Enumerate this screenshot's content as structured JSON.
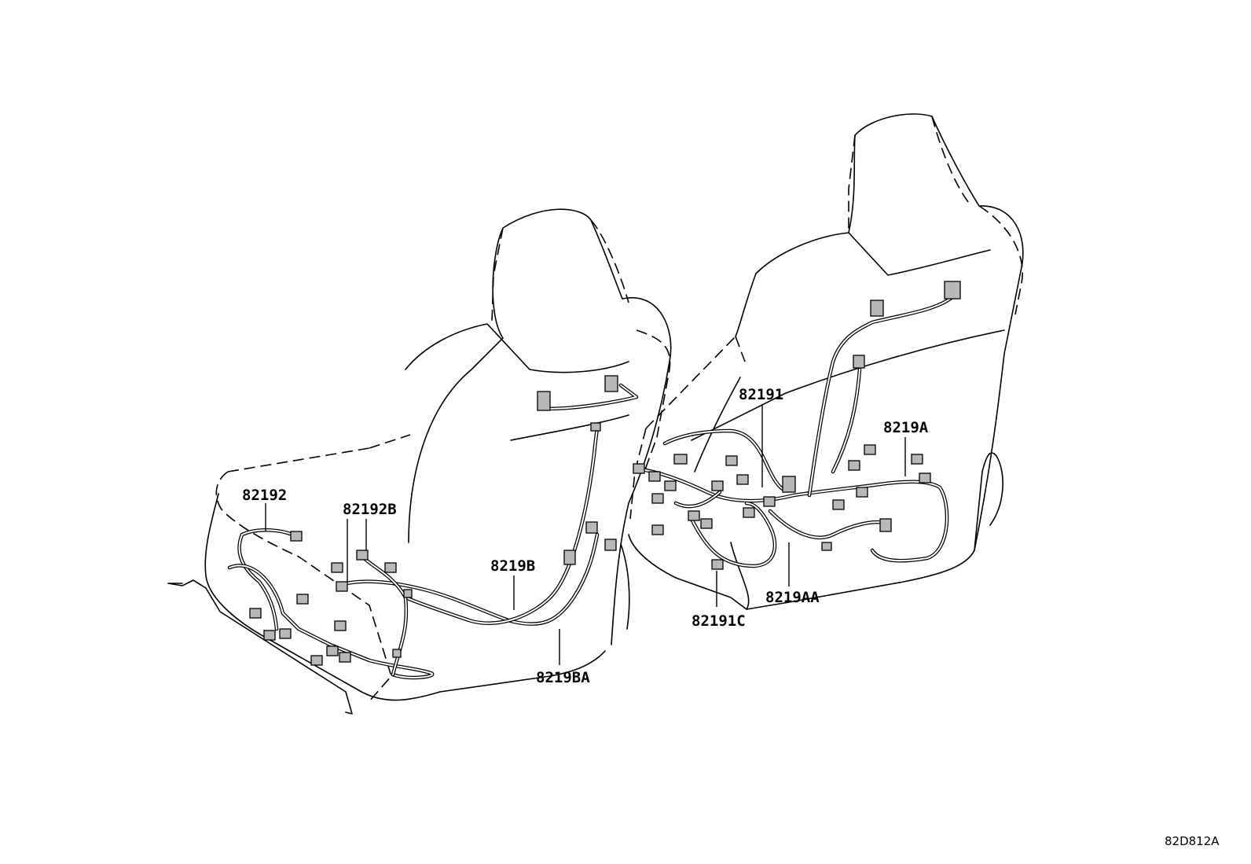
{
  "callouts": {
    "c82192": "82192",
    "c82192B": "82192B",
    "c8219B": "8219B",
    "c8219BA": "8219BA",
    "c82191": "82191",
    "c8219A": "8219A",
    "c8219AA": "8219AA",
    "c82191C": "82191C"
  },
  "diagram_id": "82D812A"
}
